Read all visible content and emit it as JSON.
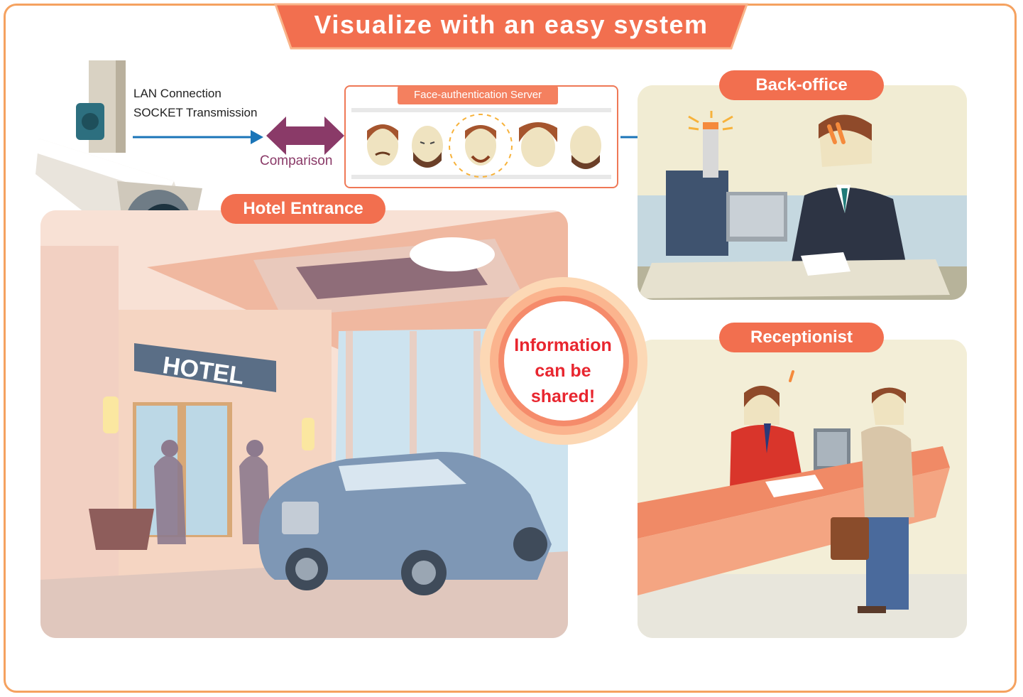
{
  "title": "Visualize with an easy system",
  "camera_link": {
    "line1": "LAN Connection",
    "line2": "SOCKET Transmission"
  },
  "comparison_label": "Comparison",
  "server": {
    "title": "Face-authentication Server",
    "face_count": 5,
    "matched_face_index": 2
  },
  "sections": {
    "back_office": "Back-office",
    "hotel_entrance": "Hotel Entrance",
    "receptionist": "Receptionist"
  },
  "hotel_sign": "HOTEL",
  "callout": {
    "line1": "Information",
    "line2": "can be",
    "line3": "shared!"
  },
  "colors": {
    "frame": "#f5a260",
    "banner": "#f26f4f",
    "label_pill": "#f26f4f",
    "callout_text": "#e8262f",
    "arrow_blue": "#1b75b8",
    "comparison_arrow": "#8a3a68"
  }
}
